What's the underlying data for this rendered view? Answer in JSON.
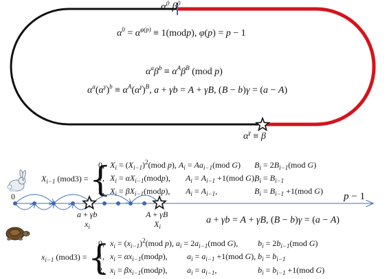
{
  "colors": {
    "track_black": "#111111",
    "track_red": "#d4141c",
    "arrow_blue": "#3f6db6",
    "dot_blue": "#3e69b0",
    "star": "#111111"
  },
  "top_label": "α⁰ β⁰",
  "eq_order": "α⁰ = α^φ(p) ≡ 1(mod p), φ(p) = p − 1",
  "eq_collision": "α^a β^b ≡ α^A β^B (mod p)",
  "eq_collision2": "α^a (α^γ)^b ≡ α^A (α^γ)^B, a + γb = A + γB, (B − b)γ = (a − A)",
  "bottom_label": "α^γ ≡ β",
  "X_rule": {
    "lhs": "X_{i−1} (mod 3) =",
    "cases": [
      {
        "k": "0,",
        "X": "X_i = (X_{i−1})² (mod p),",
        "A": "A_i = A a_{i−1} (mod G)",
        "B": "B_i = 2B_{i−1} (mod G)"
      },
      {
        "k": "1,",
        "X": "X_i = αX_{i−1} (mod p),",
        "A": "A_i = A_{i−1} + 1 (mod G),",
        "B": "B_i = B_{i−1}"
      },
      {
        "k": "2,",
        "X": "X_i = βX_{i−1} (mod p),",
        "A": "A_i = A_{i−1},",
        "B": "B_i = B_{i−1} + 1 (mod G)"
      }
    ]
  },
  "x_rule": {
    "lhs": "x_{i−1} (mod 3) =",
    "cases": [
      {
        "k": "0,",
        "X": "x_i = (x_{i−1})² (mod p),",
        "A": "a_i = 2a_{i−1} (mod G),",
        "B": "b_i = 2b_{i−1} (mod G)"
      },
      {
        "k": "1,",
        "X": "x_i = αx_{i−1} (mod p),",
        "A": "a_i = a_{i−1} + 1 (mod G),",
        "B": "b_i = b_{i−1}"
      },
      {
        "k": "2,",
        "X": "x_i = βx_{i−1} (mod p),",
        "A": "a_i = a_{i−1},",
        "B": "b_i = b_{i−1} + 1 (mod G)"
      }
    ]
  },
  "line": {
    "start_label": "0",
    "end_label": "p − 1",
    "star1_label": "a + γb",
    "star1_sub": "x_i",
    "star2_label": "A + γB",
    "star2_sub": "X_i",
    "relation": "a + γb = A + γB, (B − b)γ = (a − A)"
  },
  "icons": {
    "top": "rabbit-icon",
    "bottom": "tortoise-icon"
  }
}
